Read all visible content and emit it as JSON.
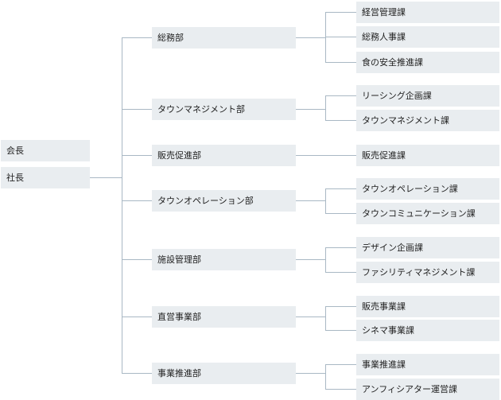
{
  "top": {
    "chairman": "会長",
    "president": "社長"
  },
  "departments": [
    {
      "name": "総務部",
      "sections": [
        "経営管理課",
        "総務人事課",
        "食の安全推進課"
      ]
    },
    {
      "name": "タウンマネジメント部",
      "sections": [
        "リーシング企画課",
        "タウンマネジメント課"
      ]
    },
    {
      "name": "販売促進部",
      "sections": [
        "販売促進課"
      ]
    },
    {
      "name": "タウンオペレーション部",
      "sections": [
        "タウンオペレーション課",
        "タウンコミュニケーション課"
      ]
    },
    {
      "name": "施設管理部",
      "sections": [
        "デザイン企画課",
        "ファシリティマネジメント課"
      ]
    },
    {
      "name": "直営事業部",
      "sections": [
        "販売事業課",
        "シネマ事業課"
      ]
    },
    {
      "name": "事業推進部",
      "sections": [
        "事業推進課",
        "アンフィシアター運営課"
      ]
    }
  ]
}
